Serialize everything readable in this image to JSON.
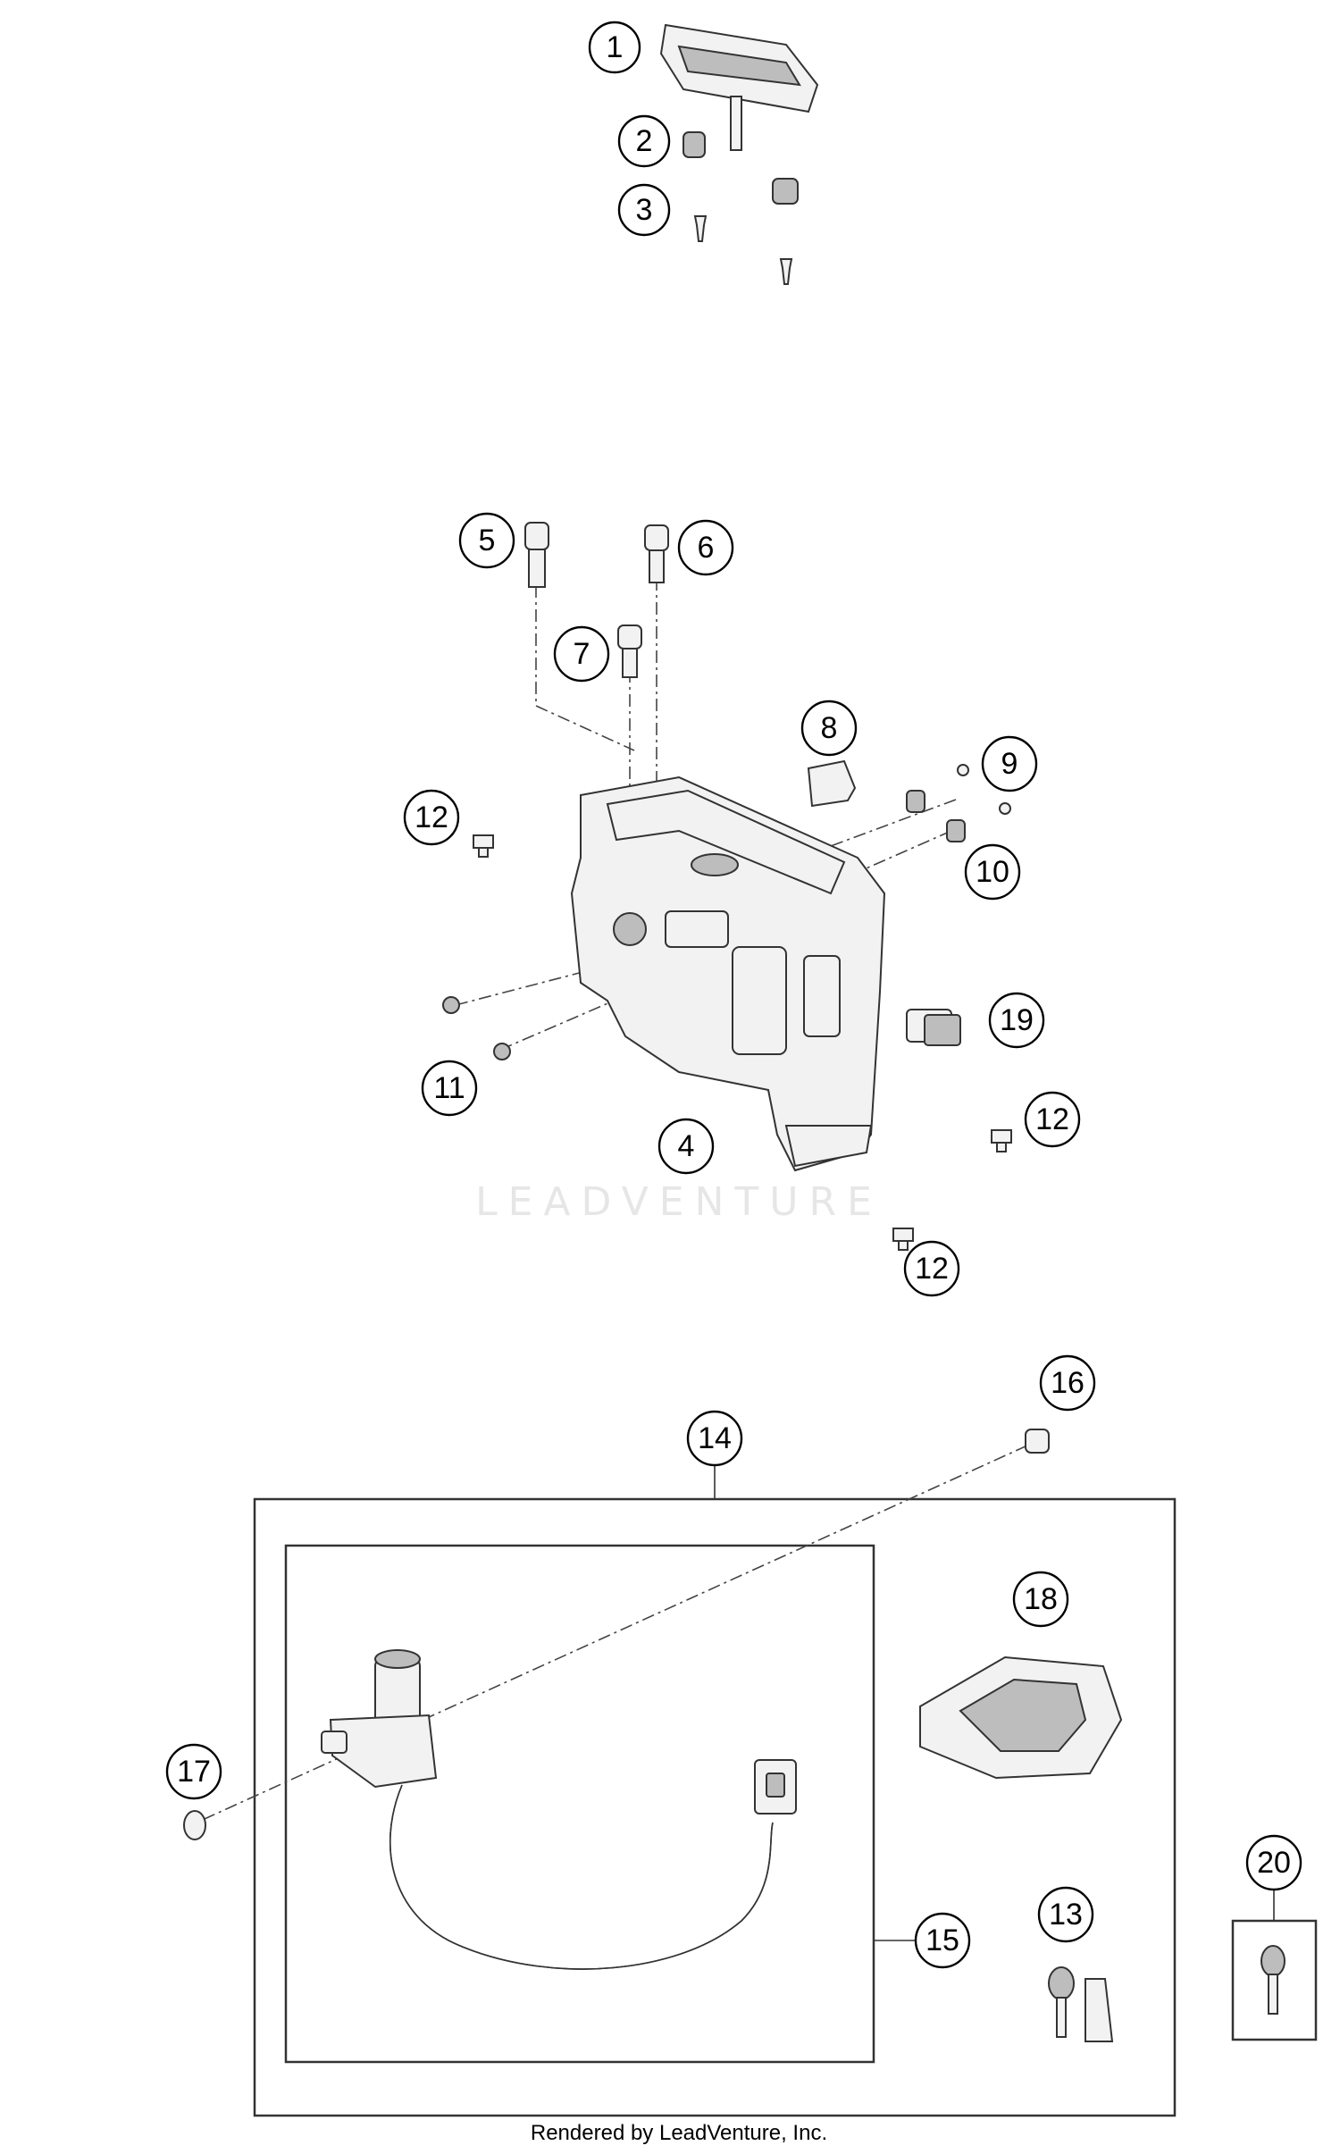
{
  "watermark": "LEADVENTURE",
  "credit": "Rendered by LeadVenture, Inc.",
  "callouts": [
    "1",
    "2",
    "3",
    "4",
    "5",
    "6",
    "7",
    "8",
    "9",
    "10",
    "11",
    "12",
    "12",
    "12",
    "12",
    "13",
    "14",
    "15",
    "16",
    "17",
    "18",
    "19",
    "20"
  ]
}
